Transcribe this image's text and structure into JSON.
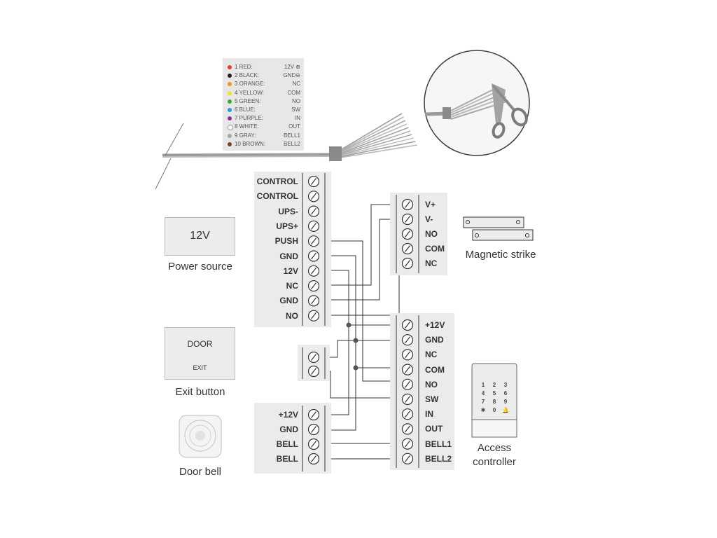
{
  "wire_legend": [
    {
      "name": "1 RED:",
      "function": "12V ⊕",
      "color": "#e53935"
    },
    {
      "name": "2 BLACK:",
      "function": "GND⊖",
      "color": "#222222"
    },
    {
      "name": "3 ORANGE:",
      "function": "NC",
      "color": "#f39a1d"
    },
    {
      "name": "4 YELLOW:",
      "function": "COM",
      "color": "#f3e033"
    },
    {
      "name": "5 GREEN:",
      "function": "NO",
      "color": "#3daa47"
    },
    {
      "name": "6 BLUE:",
      "function": "SW",
      "color": "#2a9be0"
    },
    {
      "name": "7 PURPLE:",
      "function": "IN",
      "color": "#8e2f9a"
    },
    {
      "name": "8 WHITE:",
      "function": "OUT",
      "color": "#ffffff"
    },
    {
      "name": "9 GRAY:",
      "function": "BELL1",
      "color": "#a6a6a6"
    },
    {
      "name": "10 BROWN:",
      "function": "BELL2",
      "color": "#7a4318"
    }
  ],
  "power_supply_terminals": [
    "CONTROL",
    "CONTROL",
    "UPS-",
    "UPS+",
    "PUSH",
    "GND",
    "12V",
    "NC",
    "GND",
    "NO"
  ],
  "lock_terminals": [
    "V+",
    "V-",
    "NO",
    "COM",
    "NC"
  ],
  "exit_terminals": [
    "",
    ""
  ],
  "bell_terminals": [
    "+12V",
    "GND",
    "BELL",
    "BELL"
  ],
  "controller_terminals": [
    "+12V",
    "GND",
    "NC",
    "COM",
    "NO",
    "SW",
    "IN",
    "OUT",
    "BELL1",
    "BELL2"
  ],
  "devices": {
    "power_box_text": "12V",
    "power_label": "Power source",
    "exit_box_title": "DOOR",
    "exit_box_sub": "EXIT",
    "exit_label": "Exit button",
    "bell_label": "Door bell",
    "strike_label": "Magnetic strike",
    "controller_label_1": "Access",
    "controller_label_2": "controller"
  },
  "keypad_keys": [
    "1",
    "2",
    "3",
    "4",
    "5",
    "6",
    "7",
    "8",
    "9",
    "✱",
    "0",
    "🔔"
  ]
}
